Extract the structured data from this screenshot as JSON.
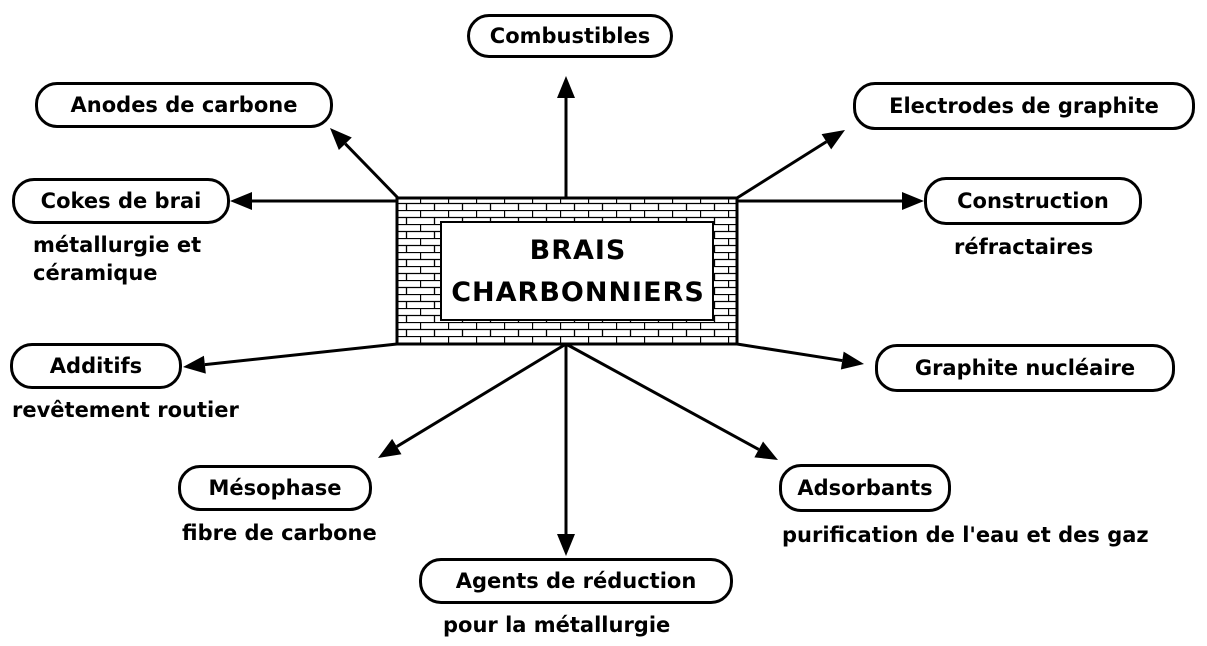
{
  "center": {
    "line1": "BRAIS",
    "line2": "CHARBONNIERS"
  },
  "nodes": {
    "combustibles": {
      "label": "Combustibles"
    },
    "anodes": {
      "label": "Anodes de carbone"
    },
    "electrodes": {
      "label": "Electrodes de graphite"
    },
    "cokes": {
      "label": "Cokes de brai",
      "sub1": "métallurgie et",
      "sub2": "céramique"
    },
    "construction": {
      "label": "Construction",
      "sub": "réfractaires"
    },
    "additifs": {
      "label": "Additifs",
      "sub": "revêtement routier"
    },
    "graphite": {
      "label": "Graphite nucléaire"
    },
    "mesophase": {
      "label": "Mésophase",
      "sub": "fibre de carbone"
    },
    "adsorbants": {
      "label": "Adsorbants",
      "sub": "purification de l'eau et des gaz"
    },
    "agents": {
      "label": "Agents de réduction",
      "sub": "pour la métallurgie"
    }
  }
}
